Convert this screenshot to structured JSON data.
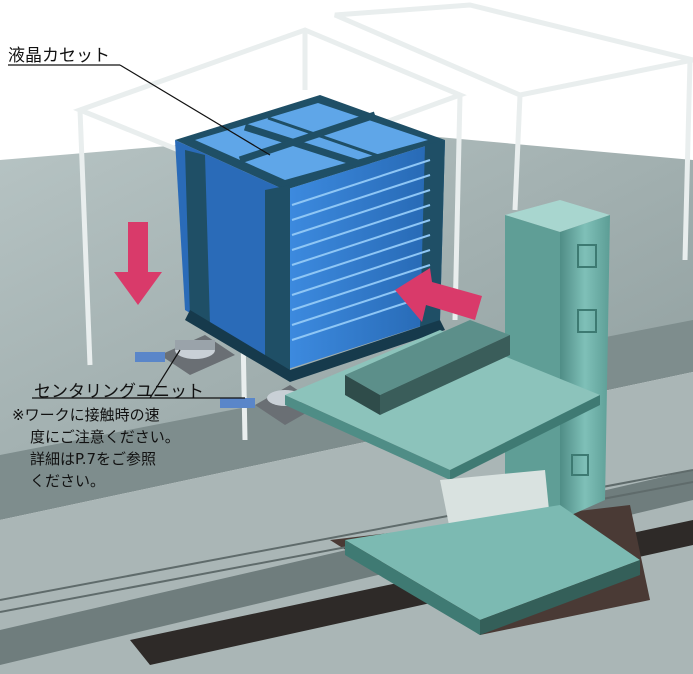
{
  "labels": {
    "lcd_cassette": "液晶カセット",
    "centering_unit": "センタリングユニット"
  },
  "note": {
    "line1": "※ワークに接触時の速",
    "line2": "度にご注意ください。",
    "line3": "詳細はP.7をご参照",
    "line4": "ください。"
  },
  "colors": {
    "cassette_blue": "#2f7fd4",
    "cassette_frame": "#1f4f66",
    "machine_teal": "#6fb0a8",
    "arrow_pink": "#d93a6a",
    "floor_gray": "#9aa9a9"
  },
  "icons": {
    "down_arrow": "arrow-down-icon",
    "left_arrow": "arrow-left-icon"
  }
}
